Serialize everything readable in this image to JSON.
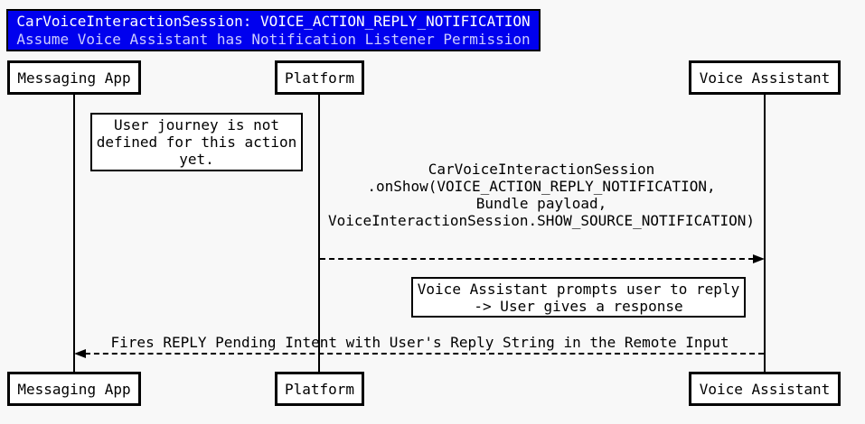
{
  "diagram": {
    "type": "sequence-diagram",
    "title": {
      "line1": "CarVoiceInteractionSession: VOICE_ACTION_REPLY_NOTIFICATION",
      "line2": "Assume Voice Assistant has Notification Listener Permission"
    },
    "participants": [
      {
        "label": "Messaging App"
      },
      {
        "label": "Platform"
      },
      {
        "label": "Voice Assistant"
      }
    ],
    "notes": [
      {
        "over": "Messaging App",
        "lines": [
          "User journey is not",
          "defined for this action",
          "yet."
        ]
      },
      {
        "over": "Voice Assistant",
        "lines": [
          "Voice Assistant prompts user to reply",
          "-> User gives a response"
        ]
      }
    ],
    "messages": [
      {
        "from": "Platform",
        "to": "Voice Assistant",
        "arrow_style": "dashed",
        "lines": [
          "CarVoiceInteractionSession",
          ".onShow(VOICE_ACTION_REPLY_NOTIFICATION,",
          "Bundle payload,",
          "VoiceInteractionSession.SHOW_SOURCE_NOTIFICATION)"
        ]
      },
      {
        "from": "Voice Assistant",
        "to": "Messaging App",
        "arrow_style": "dashed",
        "lines": [
          "Fires REPLY Pending Intent with User's Reply String in the Remote Input"
        ]
      }
    ],
    "colors": {
      "canvas_bg": "#f8f8f8",
      "title_bg": "#0000ee",
      "title_text_line1": "#ffffff",
      "title_text_line2": "#ccccff",
      "box_bg": "#ffffff",
      "line": "#000000",
      "text": "#000000"
    }
  }
}
